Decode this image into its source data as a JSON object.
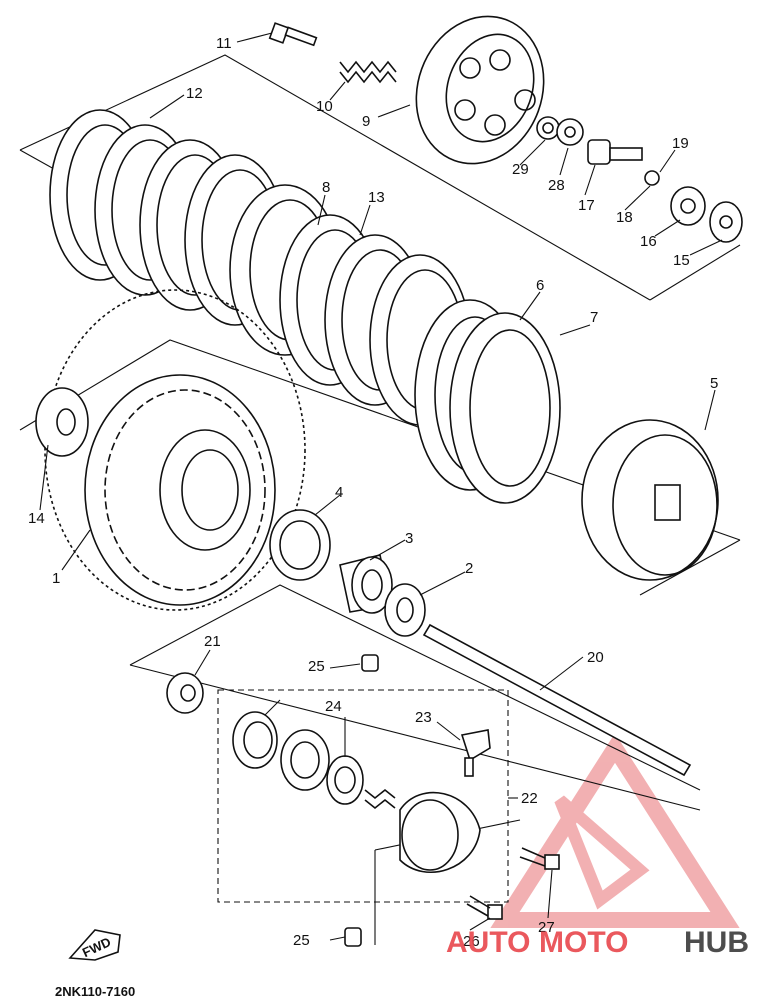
{
  "diagram_code": "2NK110-7160",
  "fwd_label": "FWD",
  "watermark": {
    "part1": "AUTO",
    "part2": "MOTO",
    "part3": "HUB",
    "color_red": "#e8474c",
    "color_dark": "#3a3a3a",
    "tint": "#f3b3b4"
  },
  "callouts": {
    "c1": "1",
    "c2": "2",
    "c3": "3",
    "c4": "4",
    "c5": "5",
    "c6": "6",
    "c7": "7",
    "c8": "8",
    "c9": "9",
    "c10": "10",
    "c11": "11",
    "c12": "12",
    "c13": "13",
    "c14": "14",
    "c15": "15",
    "c16": "16",
    "c17": "17",
    "c18": "18",
    "c19": "19",
    "c20": "20",
    "c21": "21",
    "c22": "22",
    "c23": "23",
    "c24": "24",
    "c25a": "25",
    "c25b": "25",
    "c26": "26",
    "c27": "27",
    "c28": "28",
    "c29": "29"
  }
}
